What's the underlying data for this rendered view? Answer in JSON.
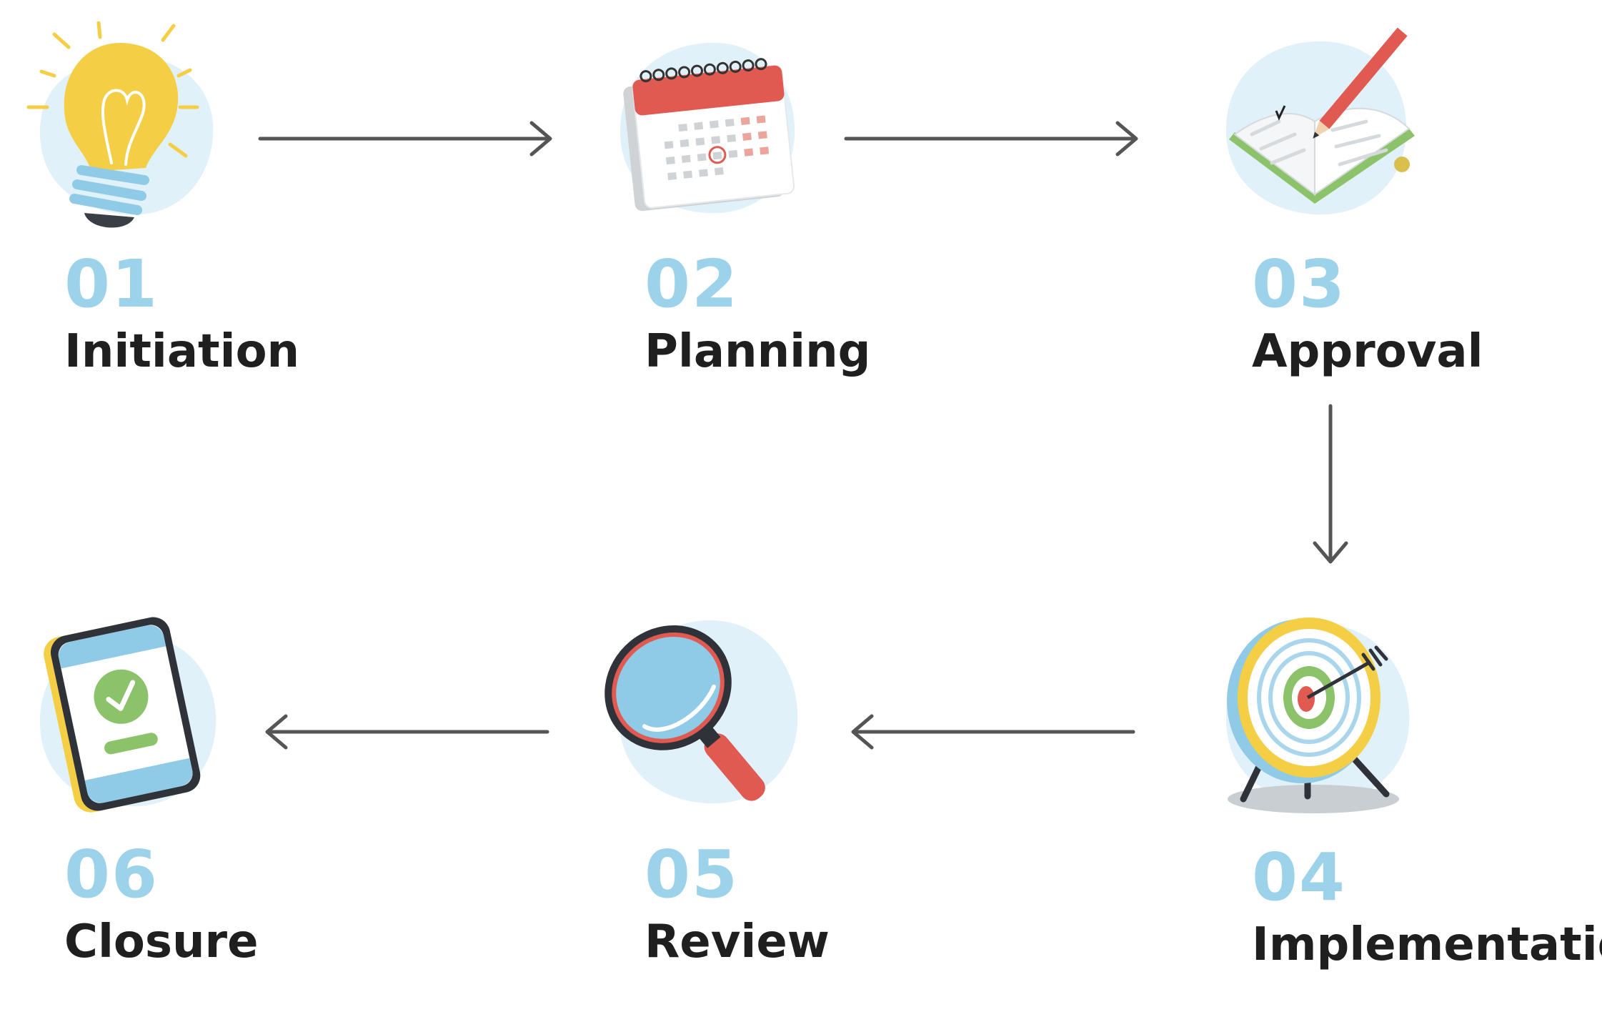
{
  "colors": {
    "number": "#9dd3ea",
    "label": "#1f1f1f",
    "arrow": "#555555",
    "blob": "#e1f1f9"
  },
  "steps": [
    {
      "number": "01",
      "label": "Initiation",
      "icon": "lightbulb-icon"
    },
    {
      "number": "02",
      "label": "Planning",
      "icon": "calendar-icon"
    },
    {
      "number": "03",
      "label": "Approval",
      "icon": "open-book-pencil-icon"
    },
    {
      "number": "04",
      "label": "Implementation",
      "icon": "target-arrow-icon"
    },
    {
      "number": "05",
      "label": "Review",
      "icon": "magnifying-glass-icon"
    },
    {
      "number": "06",
      "label": "Closure",
      "icon": "phone-checkmark-icon"
    }
  ],
  "connectors": [
    {
      "from": "01",
      "to": "02",
      "direction": "right"
    },
    {
      "from": "02",
      "to": "03",
      "direction": "right"
    },
    {
      "from": "03",
      "to": "04",
      "direction": "down"
    },
    {
      "from": "04",
      "to": "05",
      "direction": "left"
    },
    {
      "from": "05",
      "to": "06",
      "direction": "left"
    }
  ]
}
